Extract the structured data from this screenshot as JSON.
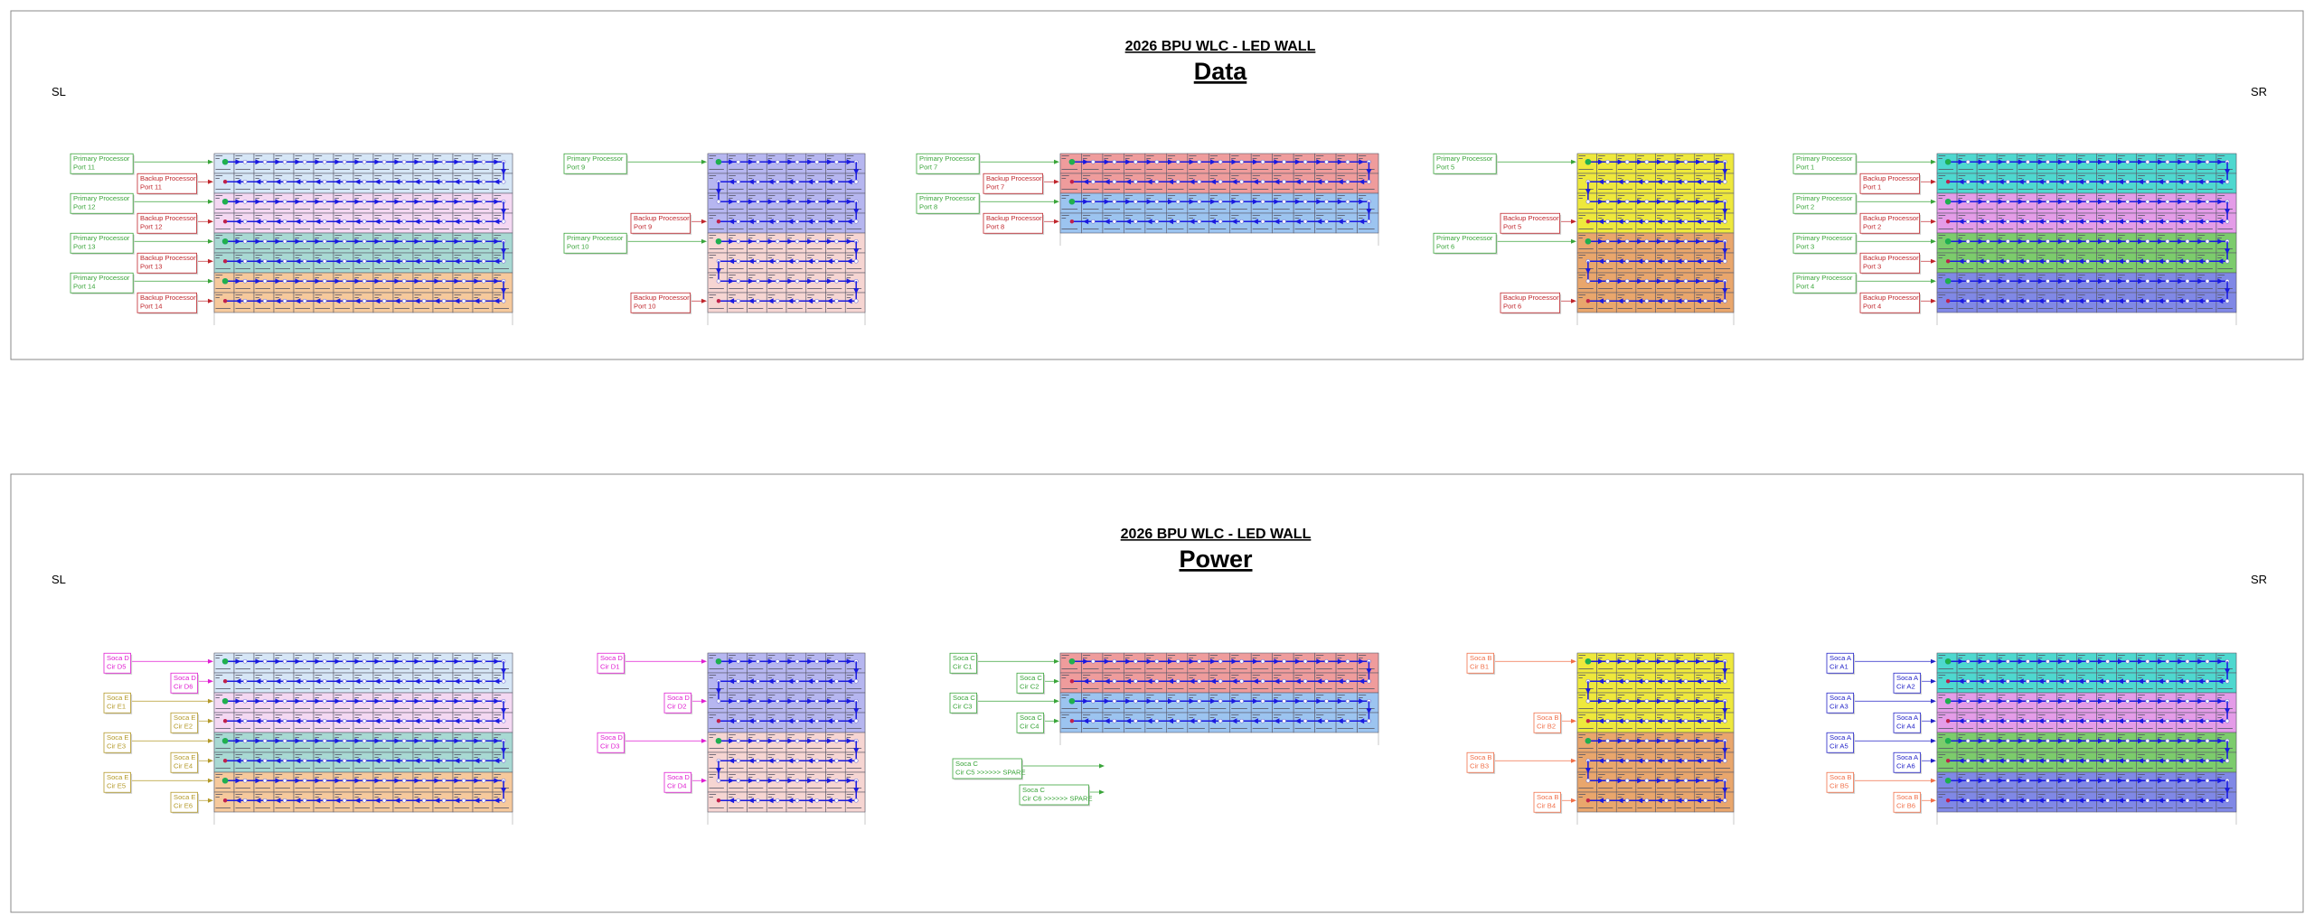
{
  "palette": {
    "primary": "#3aa53a",
    "backup": "#c0272d",
    "soca_a": "#2424c8",
    "soca_b": "#f0704a",
    "soca_c": "#3aa53a",
    "soca_d": "#e01ed2",
    "soca_e": "#b49a2a",
    "signal_line": "#1a1ae0",
    "panel_border": "#5a5a6a"
  },
  "sections": [
    {
      "id": "data",
      "title": "2026 BPU WLC  - LED WALL",
      "subtitle": "Data",
      "sl": "SL",
      "sr": "SR",
      "walls": [
        {
          "cols": 15,
          "rows": 8,
          "group_rows": 2,
          "colors": [
            "#d6e6f6",
            "#f4d8f2",
            "#a8d9d3",
            "#f6c99c"
          ],
          "labels": [
            {
              "kind": "primary",
              "row": 0,
              "line1": "Primary Processor",
              "line2": "Port 11"
            },
            {
              "kind": "backup",
              "row": 1,
              "line1": "Backup Processor",
              "line2": "Port 11"
            },
            {
              "kind": "primary",
              "row": 2,
              "line1": "Primary Processor",
              "line2": "Port 12"
            },
            {
              "kind": "backup",
              "row": 3,
              "line1": "Backup Processor",
              "line2": "Port 12"
            },
            {
              "kind": "primary",
              "row": 4,
              "line1": "Primary Processor",
              "line2": "Port 13"
            },
            {
              "kind": "backup",
              "row": 5,
              "line1": "Backup Processor",
              "line2": "Port 13"
            },
            {
              "kind": "primary",
              "row": 6,
              "line1": "Primary Processor",
              "line2": "Port 14"
            },
            {
              "kind": "backup",
              "row": 7,
              "line1": "Backup Processor",
              "line2": "Port 14"
            }
          ]
        },
        {
          "cols": 8,
          "rows": 8,
          "group_rows": 4,
          "colors": [
            "#b6b6f0",
            "#f6d5d2"
          ],
          "labels": [
            {
              "kind": "primary",
              "row": 0,
              "line1": "Primary Processor",
              "line2": "Port 9"
            },
            {
              "kind": "backup",
              "row": 3,
              "line1": "Backup Processor",
              "line2": "Port 9"
            },
            {
              "kind": "primary",
              "row": 4,
              "line1": "Primary Processor",
              "line2": "Port 10"
            },
            {
              "kind": "backup",
              "row": 7,
              "line1": "Backup Processor",
              "line2": "Port 10"
            }
          ]
        },
        {
          "cols": 15,
          "rows": 4,
          "group_rows": 2,
          "colors": [
            "#ef9c9c",
            "#9cc4f0"
          ],
          "labels": [
            {
              "kind": "primary",
              "row": 0,
              "line1": "Primary Processor",
              "line2": "Port 7"
            },
            {
              "kind": "backup",
              "row": 1,
              "line1": "Backup Processor",
              "line2": "Port 7"
            },
            {
              "kind": "primary",
              "row": 2,
              "line1": "Primary Processor",
              "line2": "Port 8"
            },
            {
              "kind": "backup",
              "row": 3,
              "line1": "Backup Processor",
              "line2": "Port 8"
            }
          ]
        },
        {
          "cols": 8,
          "rows": 8,
          "group_rows": 4,
          "colors": [
            "#eee83c",
            "#e9a66c"
          ],
          "labels": [
            {
              "kind": "primary",
              "row": 0,
              "line1": "Primary Processor",
              "line2": "Port 5"
            },
            {
              "kind": "backup",
              "row": 3,
              "line1": "Backup Processor",
              "line2": "Port 5"
            },
            {
              "kind": "primary",
              "row": 4,
              "line1": "Primary Processor",
              "line2": "Port 6"
            },
            {
              "kind": "backup",
              "row": 7,
              "line1": "Backup Processor",
              "line2": "Port 6"
            }
          ]
        },
        {
          "cols": 15,
          "rows": 8,
          "group_rows": 2,
          "colors": [
            "#4ed8cf",
            "#e49ce8",
            "#7ccc6c",
            "#8088e6"
          ],
          "labels": [
            {
              "kind": "primary",
              "row": 0,
              "line1": "Primary Processor",
              "line2": "Port 1"
            },
            {
              "kind": "backup",
              "row": 1,
              "line1": "Backup Processor",
              "line2": "Port 1"
            },
            {
              "kind": "primary",
              "row": 2,
              "line1": "Primary Processor",
              "line2": "Port 2"
            },
            {
              "kind": "backup",
              "row": 3,
              "line1": "Backup Processor",
              "line2": "Port 2"
            },
            {
              "kind": "primary",
              "row": 4,
              "line1": "Primary Processor",
              "line2": "Port 3"
            },
            {
              "kind": "backup",
              "row": 5,
              "line1": "Backup Processor",
              "line2": "Port 3"
            },
            {
              "kind": "primary",
              "row": 6,
              "line1": "Primary Processor",
              "line2": "Port 4"
            },
            {
              "kind": "backup",
              "row": 7,
              "line1": "Backup Processor",
              "line2": "Port 4"
            }
          ]
        }
      ],
      "spares": []
    },
    {
      "id": "power",
      "title": "2026 BPU WLC  - LED WALL",
      "subtitle": "Power",
      "sl": "SL",
      "sr": "SR",
      "walls": [
        {
          "cols": 15,
          "rows": 8,
          "group_rows": 2,
          "colors": [
            "#d6e6f6",
            "#f4d8f2",
            "#a8d9d3",
            "#f6c99c"
          ],
          "labels": [
            {
              "kind": "soca_d",
              "row": 0,
              "line1": "Soca D",
              "line2": "Cir D5"
            },
            {
              "kind": "soca_d",
              "row": 1,
              "line1": "Soca D",
              "line2": "Cir D6"
            },
            {
              "kind": "soca_e",
              "row": 2,
              "line1": "Soca E",
              "line2": "Cir E1"
            },
            {
              "kind": "soca_e",
              "row": 3,
              "line1": "Soca E",
              "line2": "Cir E2"
            },
            {
              "kind": "soca_e",
              "row": 4,
              "line1": "Soca E",
              "line2": "Cir E3"
            },
            {
              "kind": "soca_e",
              "row": 5,
              "line1": "Soca E",
              "line2": "Cir E4"
            },
            {
              "kind": "soca_e",
              "row": 6,
              "line1": "Soca E",
              "line2": "Cir E5"
            },
            {
              "kind": "soca_e",
              "row": 7,
              "line1": "Soca E",
              "line2": "Cir E6"
            }
          ]
        },
        {
          "cols": 8,
          "rows": 8,
          "group_rows": 4,
          "colors": [
            "#b6b6f0",
            "#f6d5d2"
          ],
          "labels": [
            {
              "kind": "soca_d",
              "row": 0,
              "line1": "Soca D",
              "line2": "Cir D1"
            },
            {
              "kind": "soca_d",
              "row": 2,
              "line1": "Soca D",
              "line2": "Cir D2"
            },
            {
              "kind": "soca_d",
              "row": 4,
              "line1": "Soca D",
              "line2": "Cir D3"
            },
            {
              "kind": "soca_d",
              "row": 6,
              "line1": "Soca D",
              "line2": "Cir D4"
            }
          ]
        },
        {
          "cols": 15,
          "rows": 4,
          "group_rows": 2,
          "colors": [
            "#ef9c9c",
            "#9cc4f0"
          ],
          "labels": [
            {
              "kind": "soca_c",
              "row": 0,
              "line1": "Soca C",
              "line2": "Cir C1"
            },
            {
              "kind": "soca_c",
              "row": 1,
              "line1": "Soca C",
              "line2": "Cir C2"
            },
            {
              "kind": "soca_c",
              "row": 2,
              "line1": "Soca C",
              "line2": "Cir C3"
            },
            {
              "kind": "soca_c",
              "row": 3,
              "line1": "Soca C",
              "line2": "Cir C4"
            }
          ]
        },
        {
          "cols": 8,
          "rows": 8,
          "group_rows": 4,
          "colors": [
            "#eee83c",
            "#e9a66c"
          ],
          "labels": [
            {
              "kind": "soca_b",
              "row": 0,
              "line1": "Soca B",
              "line2": "Cir B1"
            },
            {
              "kind": "soca_b",
              "row": 3,
              "line1": "Soca B",
              "line2": "Cir B2"
            },
            {
              "kind": "soca_b",
              "row": 5,
              "line1": "Soca B",
              "line2": "Cir B3"
            },
            {
              "kind": "soca_b",
              "row": 7,
              "line1": "Soca B",
              "line2": "Cir B4"
            }
          ]
        },
        {
          "cols": 15,
          "rows": 8,
          "group_rows": 2,
          "colors": [
            "#4ed8cf",
            "#e49ce8",
            "#7ccc6c",
            "#8088e6"
          ],
          "labels": [
            {
              "kind": "soca_a",
              "row": 0,
              "line1": "Soca A",
              "line2": "Cir A1"
            },
            {
              "kind": "soca_a",
              "row": 1,
              "line1": "Soca A",
              "line2": "Cir A2"
            },
            {
              "kind": "soca_a",
              "row": 2,
              "line1": "Soca A",
              "line2": "Cir A3"
            },
            {
              "kind": "soca_a",
              "row": 3,
              "line1": "Soca A",
              "line2": "Cir A4"
            },
            {
              "kind": "soca_a",
              "row": 4,
              "line1": "Soca A",
              "line2": "Cir A5"
            },
            {
              "kind": "soca_a",
              "row": 5,
              "line1": "Soca A",
              "line2": "Cir A6"
            },
            {
              "kind": "soca_b",
              "row": 6,
              "line1": "Soca B",
              "line2": "Cir B5"
            },
            {
              "kind": "soca_b",
              "row": 7,
              "line1": "Soca B",
              "line2": "Cir B6"
            }
          ]
        }
      ],
      "spares": [
        {
          "kind": "soca_c",
          "line1": "Soca C",
          "line2": "Cir C5 >>>>>> SPARE"
        },
        {
          "kind": "soca_c",
          "line1": "Soca C",
          "line2": "Cir C6 >>>>>> SPARE"
        }
      ]
    }
  ]
}
